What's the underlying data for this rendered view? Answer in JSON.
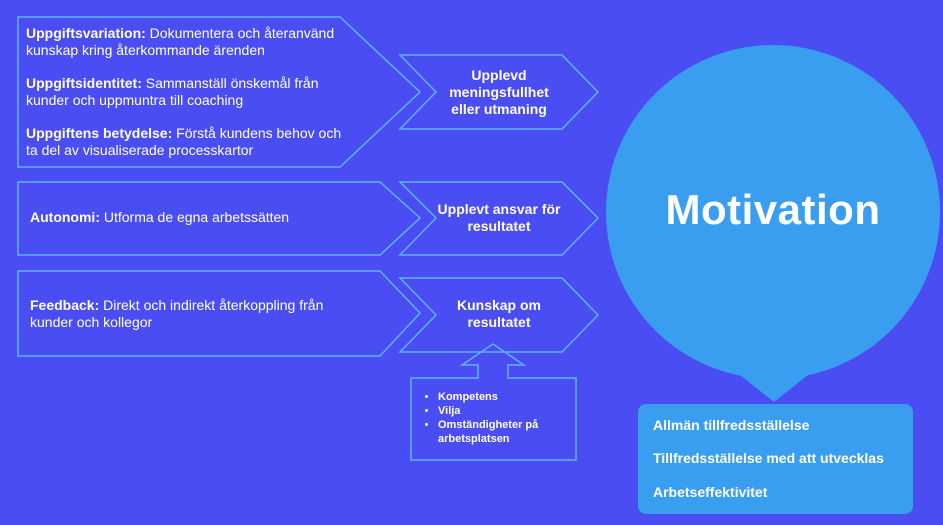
{
  "left_boxes": [
    {
      "items": [
        {
          "label": "Uppgiftsvariation:",
          "text": " Dokumentera och återanvänd kunskap kring återkommande ärenden"
        },
        {
          "label": "Uppgiftsidentitet:",
          "text": " Sammanställ önskemål från kunder och uppmuntra till coaching"
        },
        {
          "label": "Uppgiftens betydelse:",
          "text": " Förstå kundens behov och ta del av visualiserade processkartor"
        }
      ]
    },
    {
      "items": [
        {
          "label": "Autonomi:",
          "text": " Utforma de egna arbetssätten"
        }
      ]
    },
    {
      "items": [
        {
          "label": "Feedback:",
          "text": " Direkt och indirekt återkoppling från kunder och kollegor"
        }
      ]
    }
  ],
  "middle_states": [
    "Upplevd meningsfullhet eller utmaning",
    "Upplevt ansvar för resultatet",
    "Kunskap om resultatet"
  ],
  "moderators": [
    "Kompetens",
    "Vilja",
    "Omständigheter på arbetsplatsen"
  ],
  "center": {
    "label": "Motivation"
  },
  "outcomes": [
    "Allmän tillfredsställelse",
    "Tillfredsställelse med att utvecklas",
    "Arbetseffektivitet"
  ],
  "colors": {
    "background": "#4a4df2",
    "circle": "#3a9ef0",
    "outline": "#5ab4ff",
    "outcome_box": "#3a9ef0",
    "text": "#ffffff"
  }
}
